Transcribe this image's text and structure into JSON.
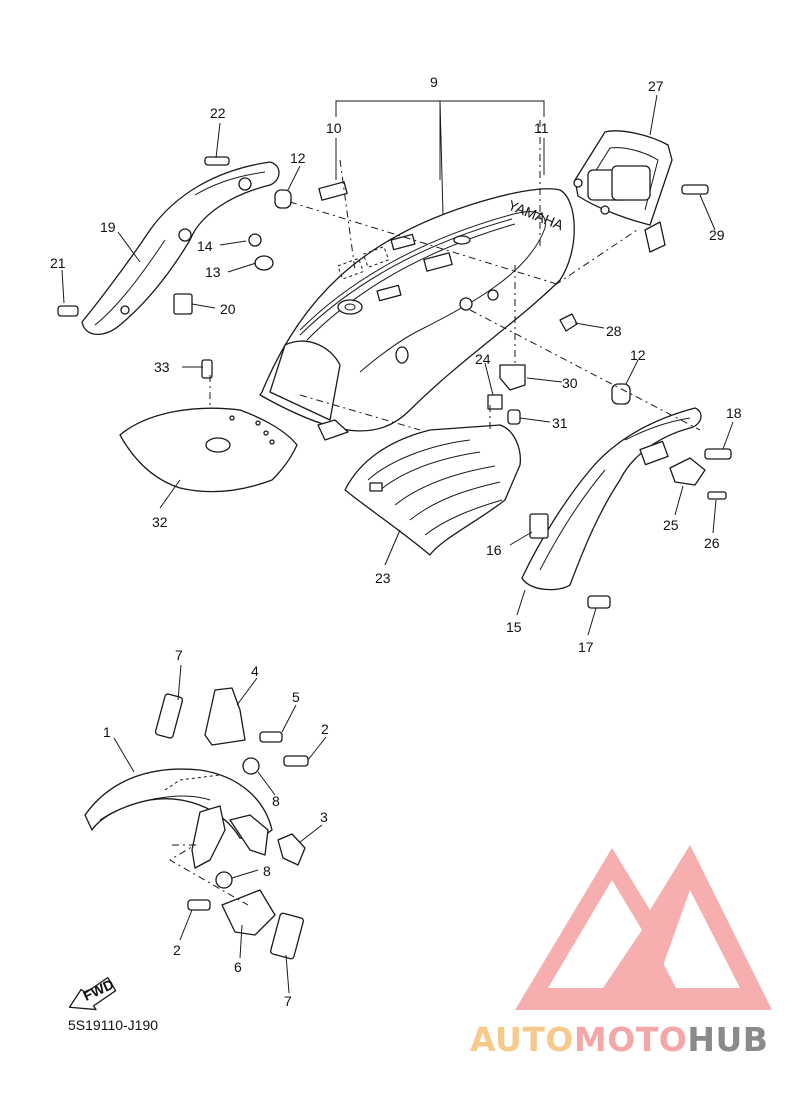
{
  "diagram": {
    "drawing_code": "5S19110-J190",
    "direction_arrow": "FWD",
    "brand_mark": "YAMAHA",
    "callouts": [
      "1",
      "2",
      "2",
      "3",
      "4",
      "5",
      "6",
      "7",
      "7",
      "8",
      "8",
      "9",
      "10",
      "11",
      "12",
      "12",
      "13",
      "14",
      "15",
      "16",
      "17",
      "18",
      "19",
      "20",
      "21",
      "22",
      "23",
      "24",
      "25",
      "26",
      "27",
      "28",
      "29",
      "30",
      "31",
      "32",
      "33"
    ]
  },
  "watermark": {
    "part1": "AUTO",
    "part2": "MOTO",
    "part3": "HUB",
    "colors": {
      "auto": "#f7c98a",
      "moto": "#f5a7a7",
      "hub": "#8a8a8a",
      "logo": "#f5a0a0"
    }
  }
}
